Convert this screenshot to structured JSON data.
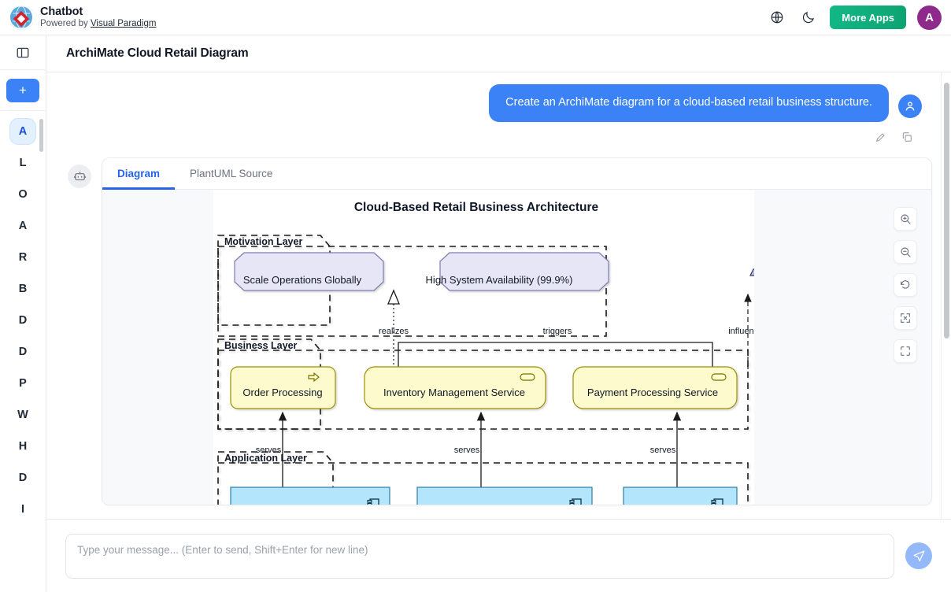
{
  "topbar": {
    "brand_title": "Chatbot",
    "powered_prefix": "Powered by ",
    "powered_link": "Visual Paradigm",
    "globe_icon": "globe-icon",
    "theme_icon": "moon-icon",
    "more_apps_label": "More Apps",
    "account_initial": "A"
  },
  "rail": {
    "panel_toggle_icon": "panel-toggle-icon",
    "new_chat_label": "+",
    "items": [
      {
        "label": "A",
        "active": true
      },
      {
        "label": "L",
        "active": false
      },
      {
        "label": "O",
        "active": false
      },
      {
        "label": "A",
        "active": false
      },
      {
        "label": "R",
        "active": false
      },
      {
        "label": "B",
        "active": false
      },
      {
        "label": "D",
        "active": false
      },
      {
        "label": "D",
        "active": false
      },
      {
        "label": "P",
        "active": false
      },
      {
        "label": "W",
        "active": false
      },
      {
        "label": "H",
        "active": false
      },
      {
        "label": "D",
        "active": false
      },
      {
        "label": "I",
        "active": false
      }
    ]
  },
  "page": {
    "title": "ArchiMate Cloud Retail Diagram"
  },
  "conversation": {
    "user_message": "Create an ArchiMate diagram for a cloud-based retail business structure.",
    "user_avatar_icon": "user-icon",
    "bot_avatar_icon": "robot-icon",
    "actions": [
      {
        "name": "edit-icon",
        "label": "Edit"
      },
      {
        "name": "copy-icon",
        "label": "Copy"
      }
    ]
  },
  "card": {
    "tabs": [
      {
        "label": "Diagram",
        "active": true
      },
      {
        "label": "PlantUML Source",
        "active": false
      }
    ],
    "tools": [
      {
        "name": "zoom-in-icon"
      },
      {
        "name": "zoom-out-icon"
      },
      {
        "name": "reset-zoom-icon"
      },
      {
        "name": "fit-screen-icon"
      },
      {
        "name": "fullscreen-icon"
      }
    ]
  },
  "diagram": {
    "title": "Cloud-Based Retail Business Architecture",
    "layers": [
      {
        "id": "motivation",
        "label": "Motivation Layer"
      },
      {
        "id": "business",
        "label": "Business Layer"
      },
      {
        "id": "application",
        "label": "Application Layer"
      }
    ],
    "motivation_elements": [
      {
        "label": "Scale Operations Globally",
        "icon": "goal-icon"
      },
      {
        "label": "High System Availability (99.9%)",
        "icon": "requirement-icon"
      }
    ],
    "business_elements": [
      {
        "label": "Order Processing",
        "icon": "business-process-icon"
      },
      {
        "label": "Inventory Management Service",
        "icon": "business-service-icon"
      },
      {
        "label": "Payment Processing Service",
        "icon": "business-service-icon"
      }
    ],
    "relations": [
      {
        "label": "realizes"
      },
      {
        "label": "triggers"
      },
      {
        "label": "influences"
      },
      {
        "label": "serves"
      },
      {
        "label": "serves"
      },
      {
        "label": "serves"
      }
    ],
    "colors": {
      "motivation_fill": "#e6e6f7",
      "motivation_stroke": "#8a8ab5",
      "business_fill": "#fdfbcd",
      "business_stroke": "#b3a400",
      "application_fill": "#b3e5fc",
      "application_stroke": "#2f7da8"
    }
  },
  "composer": {
    "placeholder": "Type your message... (Enter to send, Shift+Enter for new line)",
    "value": "",
    "send_icon": "send-icon"
  }
}
